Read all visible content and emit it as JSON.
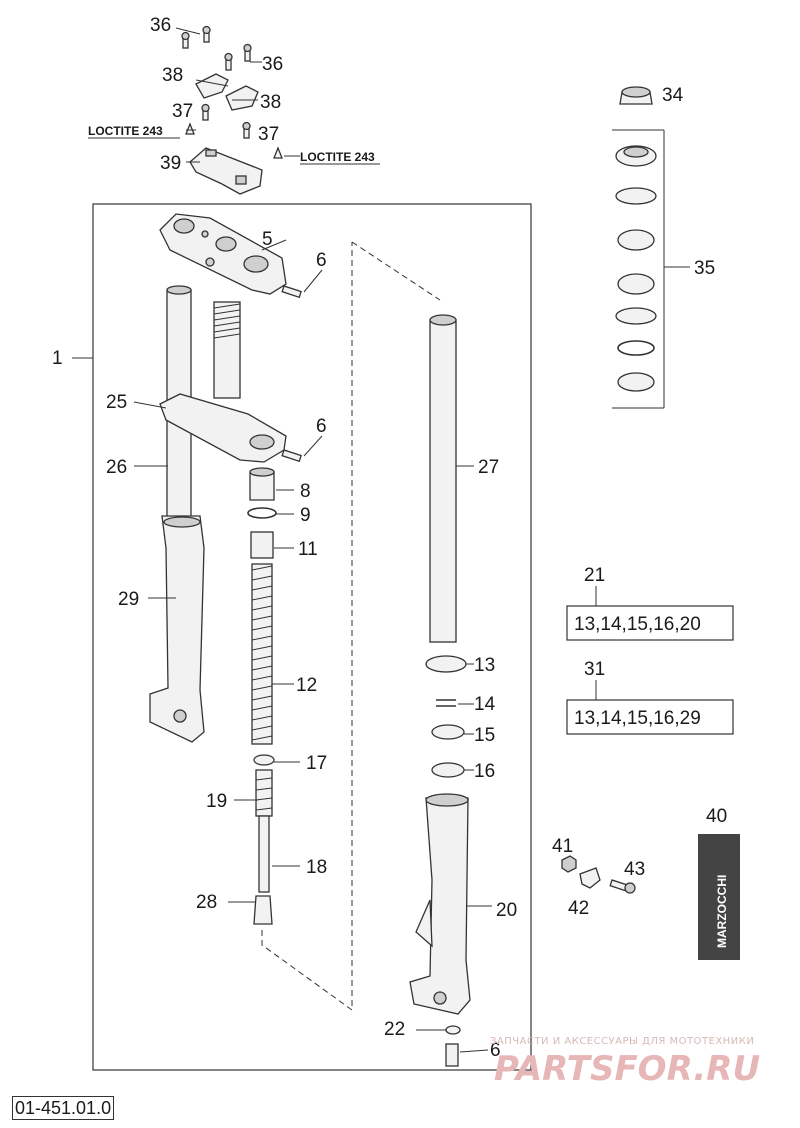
{
  "callouts": {
    "c1": "1",
    "c5": "5",
    "c6a": "6",
    "c6b": "6",
    "c6c": "6",
    "c8": "8",
    "c9": "9",
    "c11": "11",
    "c12": "12",
    "c13": "13",
    "c14": "14",
    "c15": "15",
    "c16": "16",
    "c17": "17",
    "c18": "18",
    "c19": "19",
    "c20": "20",
    "c21": "21",
    "c22": "22",
    "c25": "25",
    "c26": "26",
    "c27": "27",
    "c28": "28",
    "c29": "29",
    "c31": "31",
    "c34": "34",
    "c35": "35",
    "c36a": "36",
    "c36b": "36",
    "c37a": "37",
    "c37b": "37",
    "c38a": "38",
    "c38b": "38",
    "c39": "39",
    "c40": "40",
    "c41": "41",
    "c42": "42",
    "c43": "43"
  },
  "notes": {
    "loctite_left": "LOCTITE 243",
    "loctite_right": "LOCTITE 243"
  },
  "kits": {
    "kit21": "13,14,15,16,20",
    "kit31": "13,14,15,16,29"
  },
  "decal": {
    "brand": "MARZOCCHI"
  },
  "watermark": {
    "line1": "ЗАПЧАСТИ И АКСЕССУАРЫ ДЛЯ МОТОТЕХНИКИ",
    "line2": "PARTSFOR.RU"
  },
  "drawing_code": "01-451.01.0"
}
